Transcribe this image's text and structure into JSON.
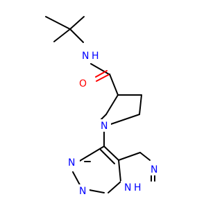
{
  "molecule": {
    "atoms": {
      "nh_amide": {
        "text": "N",
        "subtext": "H",
        "color": "#0000ff"
      },
      "o": {
        "text": "O",
        "color": "#ff0000"
      },
      "n_pyrrolidine": {
        "text": "N",
        "color": "#0000ff"
      },
      "n5": {
        "text": "N",
        "color": "#0000ff"
      },
      "n7": {
        "text": "N",
        "color": "#0000ff"
      },
      "n_pyrazole": {
        "text": "N",
        "color": "#0000ff"
      },
      "nh_pyrazole": {
        "text": "N",
        "subtext": "H",
        "color": "#0000ff"
      }
    }
  }
}
